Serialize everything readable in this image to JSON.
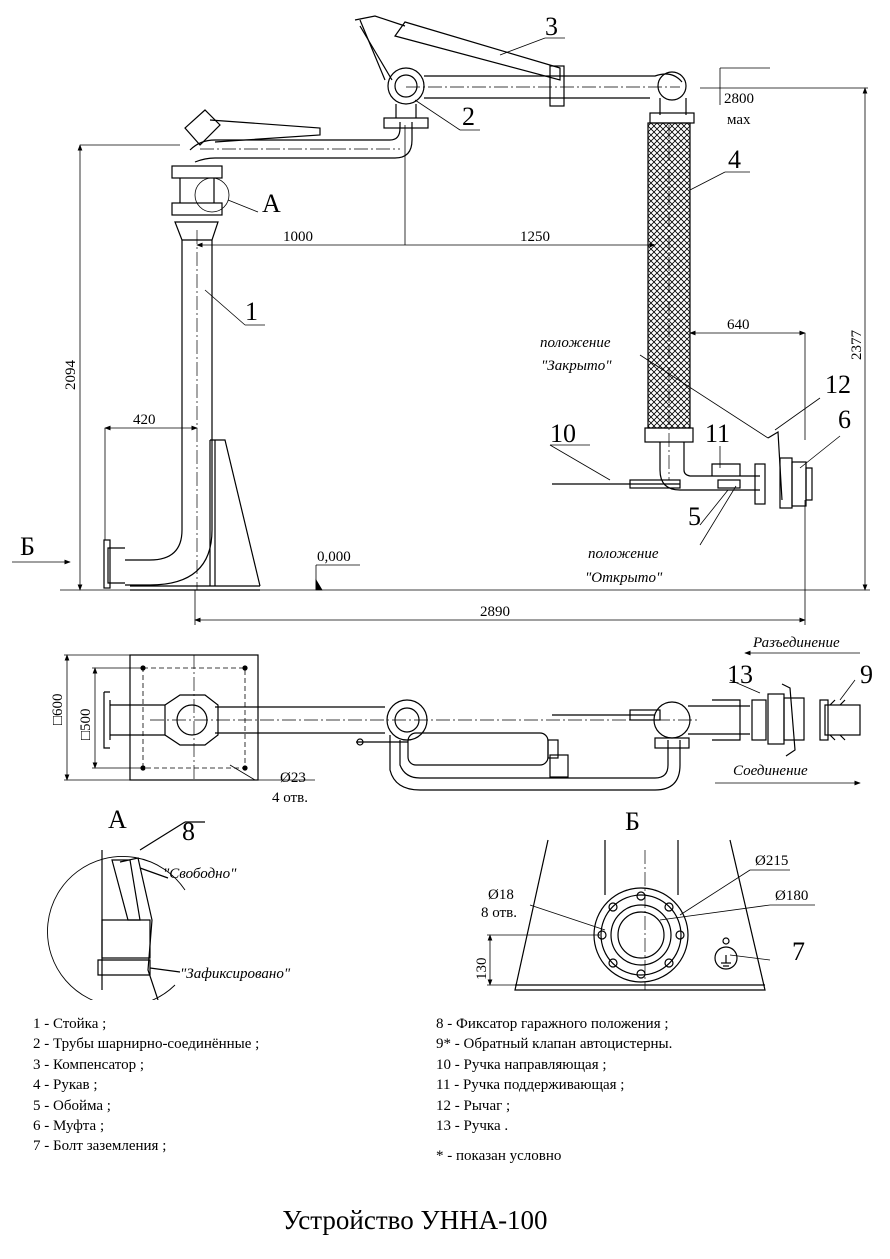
{
  "dimensions": {
    "d1000": "1000",
    "d1250": "1250",
    "d2800": "2800",
    "max": "мах",
    "d2094": "2094",
    "d2377": "2377",
    "d420": "420",
    "d640": "640",
    "zero": "0,000",
    "d2890": "2890",
    "sq600": "□600",
    "sq500": "□500",
    "d23": "Ø23",
    "holes4": "4 отв.",
    "d215": "Ø215",
    "d180": "Ø180",
    "d18": "Ø18",
    "holes8": "8 отв.",
    "d130": "130"
  },
  "callouts": {
    "n1": "1",
    "n2": "2",
    "n3": "3",
    "n4": "4",
    "n5": "5",
    "n6": "6",
    "n7": "7",
    "n8": "8",
    "n9": "9",
    "n10": "10",
    "n11": "11",
    "n12": "12",
    "n13": "13"
  },
  "views": {
    "a": "А",
    "b": "Б"
  },
  "annotations": {
    "pos_closed_1": "положение",
    "pos_closed_2": "\"Закрыто\"",
    "pos_open_1": "положение",
    "pos_open_2": "\"Открыто\"",
    "disconnect": "Разъединение",
    "connect": "Соединение",
    "free": "\"Свободно\"",
    "fixed": "\"Зафиксировано\""
  },
  "legend_left": [
    "1 - Стойка ;",
    "2 - Трубы шарнирно-соединённые ;",
    "3 - Компенсатор ;",
    "4 - Рукав ;",
    "5 - Обойма ;",
    "6 - Муфта ;",
    "7 - Болт заземления ;"
  ],
  "legend_right": [
    "8 - Фиксатор гаражного положения ;",
    "9* - Обратный клапан автоцистерны.",
    "10 - Ручка направляющая ;",
    "11 - Ручка поддерживающая ;",
    "12 - Рычаг ;",
    "13 - Ручка ."
  ],
  "footnote": "* - показан условно",
  "title": "Устройство УННА-100"
}
